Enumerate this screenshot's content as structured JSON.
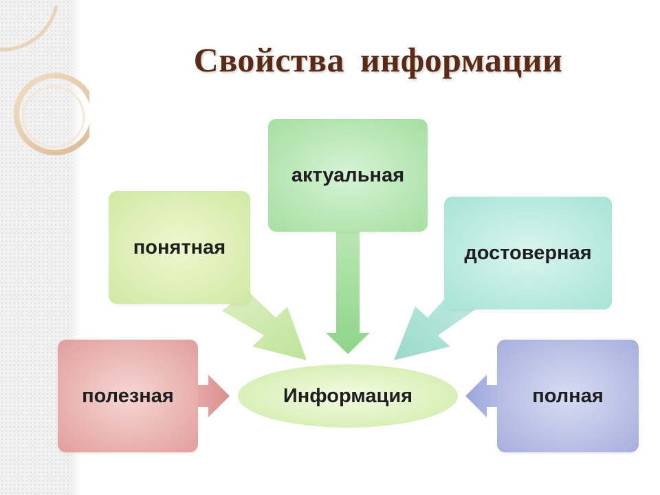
{
  "title": "Свойства  информации",
  "center": {
    "label": "Информация"
  },
  "properties": [
    {
      "label": "понятная",
      "color": "#d0e8a3"
    },
    {
      "label": "актуальная",
      "color": "#a5de9f"
    },
    {
      "label": "достоверная",
      "color": "#a7e3d6"
    },
    {
      "label": "полезная",
      "color": "#e19e9b"
    },
    {
      "label": "полная",
      "color": "#a6afdd"
    }
  ]
}
